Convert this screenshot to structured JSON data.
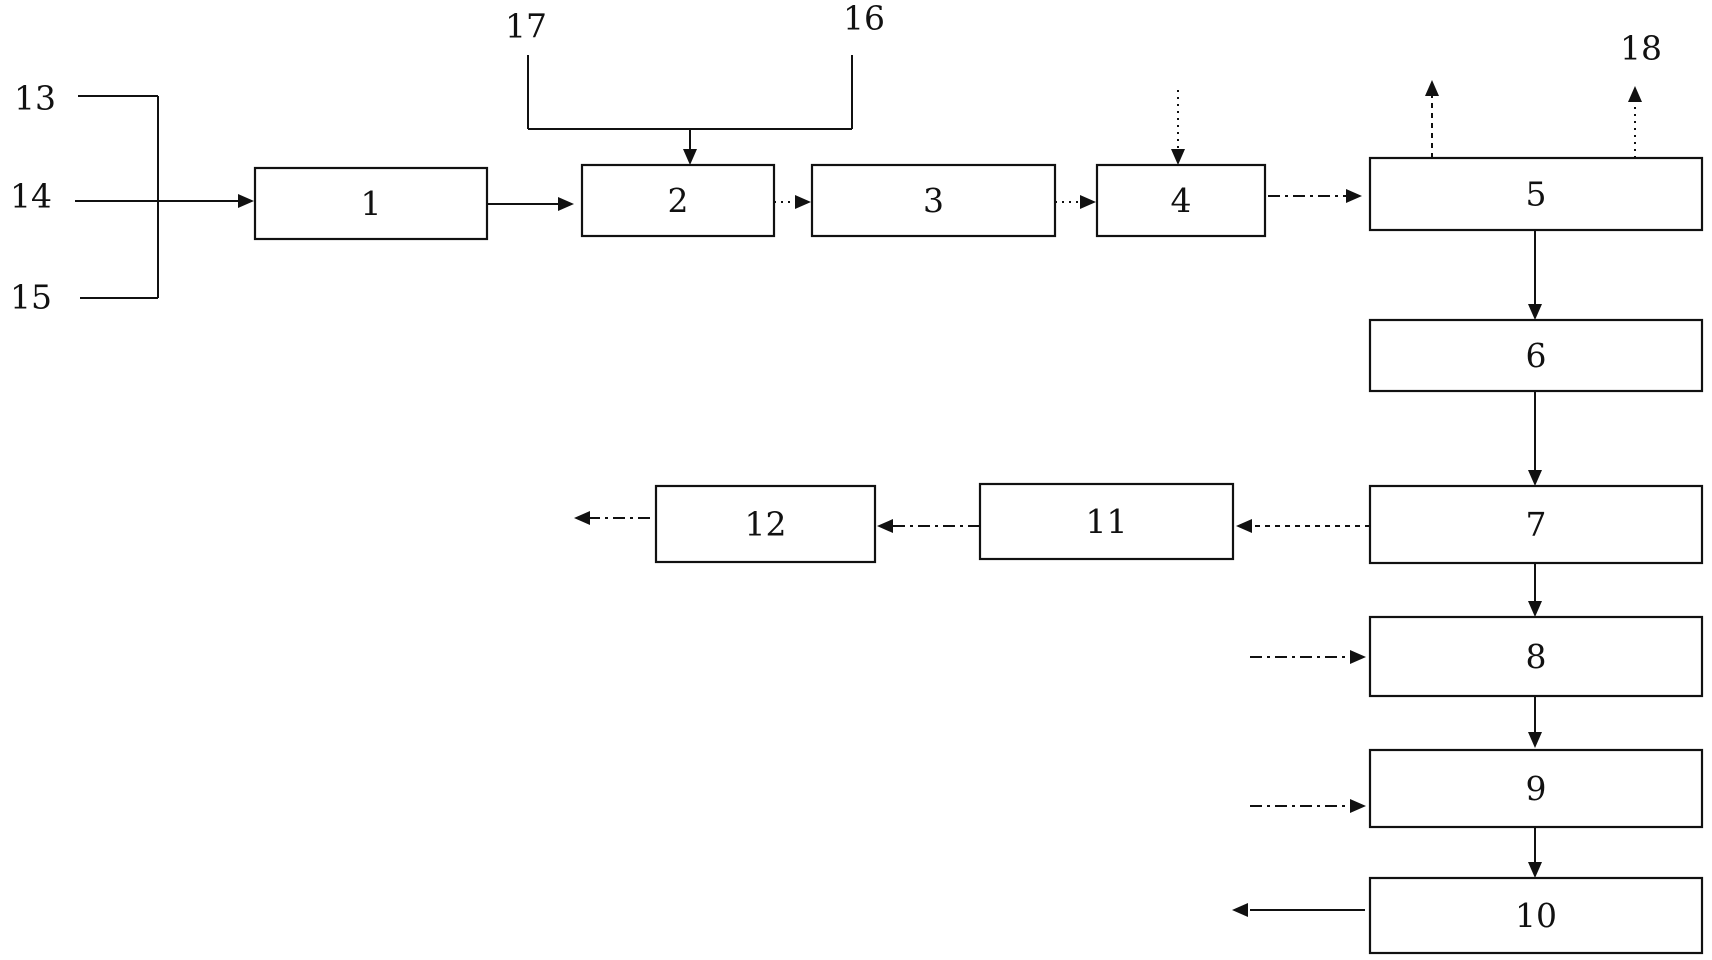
{
  "blocks": [
    {
      "label": "1"
    },
    {
      "label": "2"
    },
    {
      "label": "3"
    },
    {
      "label": "4"
    },
    {
      "label": "5"
    },
    {
      "label": "6"
    },
    {
      "label": "7"
    },
    {
      "label": "8"
    },
    {
      "label": "9"
    },
    {
      "label": "10"
    },
    {
      "label": "11"
    },
    {
      "label": "12"
    }
  ],
  "streams": [
    {
      "label": "13"
    },
    {
      "label": "14"
    },
    {
      "label": "15"
    },
    {
      "label": "16"
    },
    {
      "label": "17"
    },
    {
      "label": "18"
    }
  ]
}
